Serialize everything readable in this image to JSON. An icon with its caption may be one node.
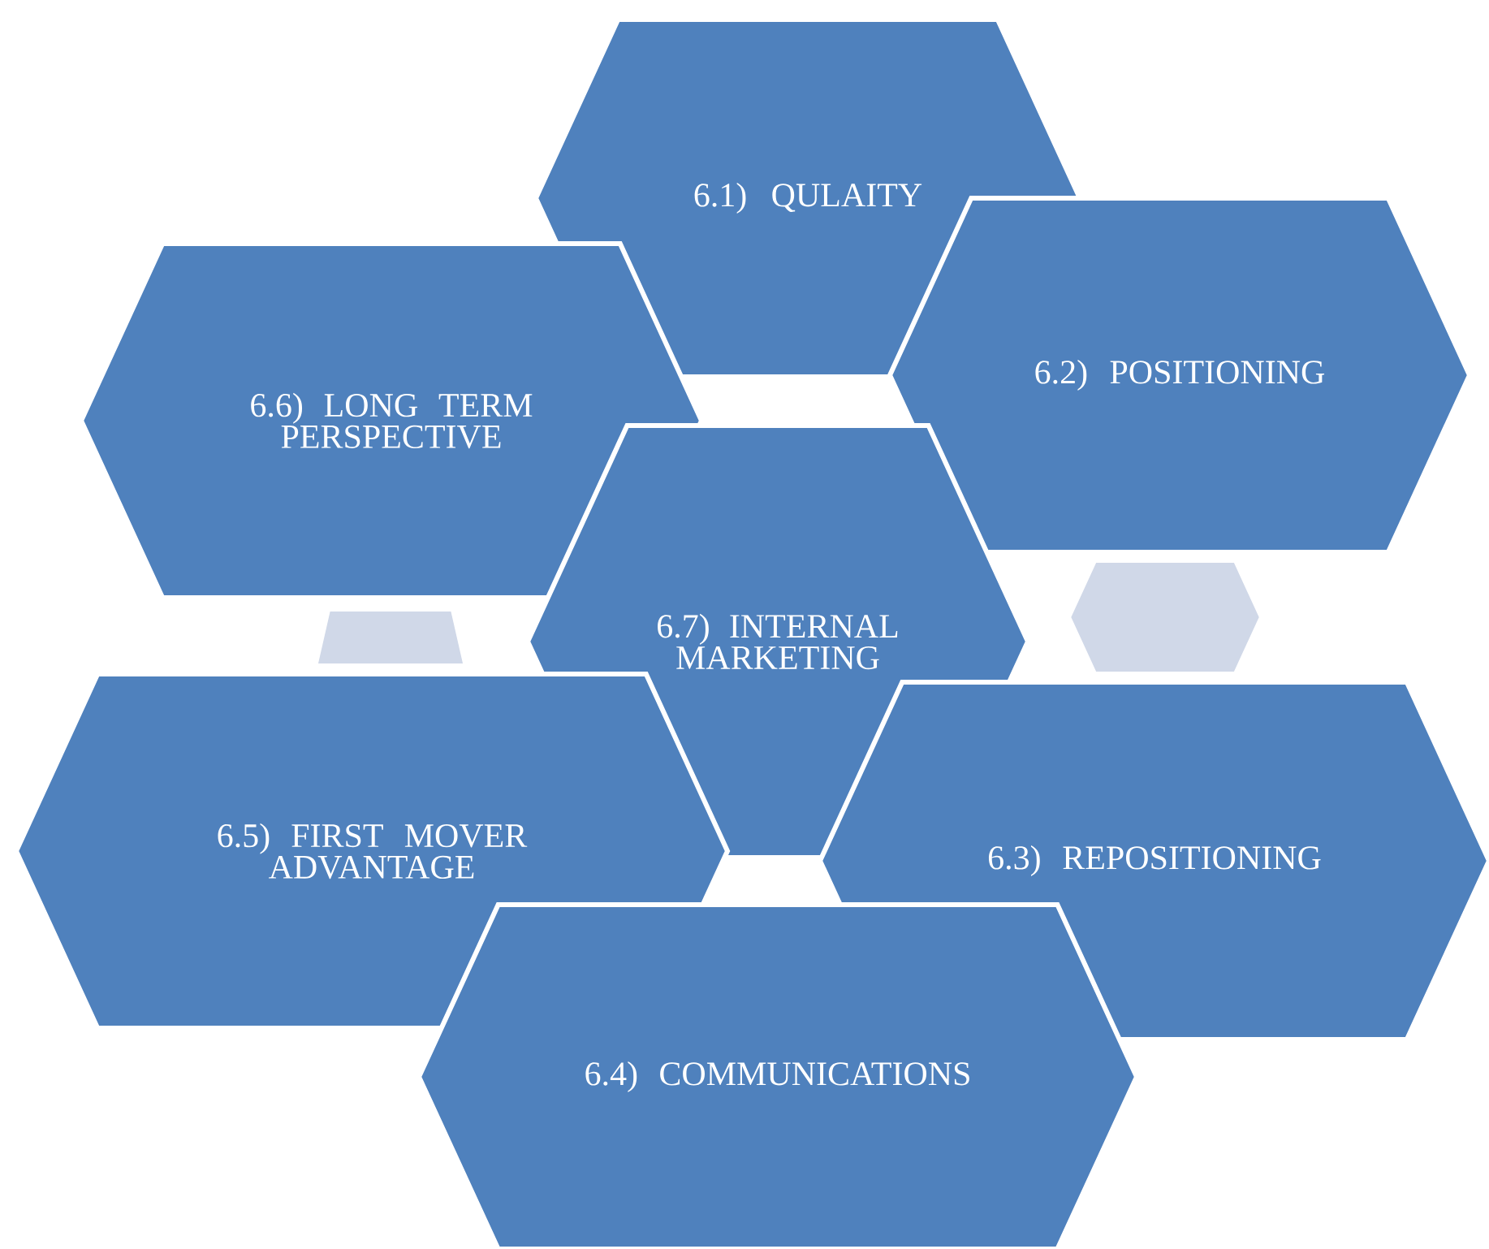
{
  "diagram": {
    "nodes": [
      {
        "text": [
          "6.1) QULAITY"
        ]
      },
      {
        "text": [
          "6.6) LONG TERM PERSPECTIVE"
        ]
      },
      {
        "text": [
          "6.2) POSITIONING"
        ]
      },
      {
        "text": [],
        "shape": "hexagon"
      },
      {
        "text": [
          "6.7) INTERNAL MARKETING"
        ]
      },
      {
        "text": [],
        "shape": "hexagon"
      },
      {
        "text": [
          "6.5) FIRST MOVER ADVANTAGE"
        ]
      },
      {
        "text": [
          "6.3) REPOSITIONING"
        ]
      },
      {
        "text": [
          "6.4) COMMUNICATIONS"
        ]
      }
    ]
  }
}
